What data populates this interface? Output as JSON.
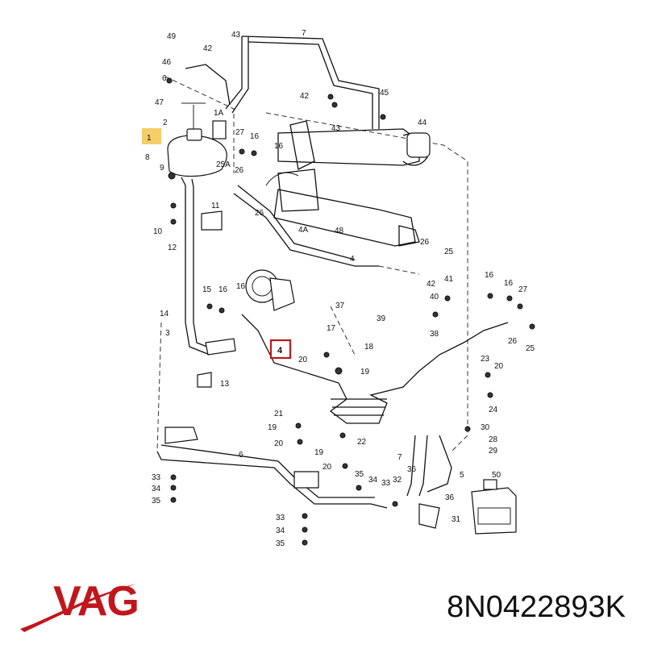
{
  "brand": {
    "name": "VAG",
    "color": "#c0171c"
  },
  "part_number": "8N0422893K",
  "highlight": {
    "label": "4",
    "box_color": "#c0171c",
    "marker_label": "1",
    "marker_color": "#f2c34e"
  },
  "callouts": {
    "c49": "49",
    "c43a": "43",
    "c7a": "7",
    "c42a": "42",
    "c46": "46",
    "c6a": "6",
    "c42b": "42",
    "c43b": "43",
    "c45": "45",
    "c44": "44",
    "c47": "47",
    "c2": "2",
    "c1A": "1A",
    "c27a": "27",
    "c16a": "16",
    "c8": "8",
    "c9": "9",
    "c25A": "25A",
    "c26a": "26",
    "c16b": "16",
    "c11": "11",
    "c10": "10",
    "c12": "12",
    "c26b": "26",
    "c4A": "4A",
    "c48": "48",
    "c26c": "26",
    "c25a": "25",
    "c4b": "4",
    "c15": "15",
    "c16c": "16",
    "c16d": "16",
    "c14": "14",
    "c3": "3",
    "c13": "13",
    "c42c": "42",
    "c41": "41",
    "c40": "40",
    "c37": "37",
    "c39": "39",
    "c38": "38",
    "c16e": "16",
    "c16f": "16",
    "c27b": "27",
    "c26d": "26",
    "c25b": "25",
    "c17": "17",
    "c18": "18",
    "c20a": "20",
    "c19a": "19",
    "c23": "23",
    "c20b": "20",
    "c24": "24",
    "c21": "21",
    "c19b": "19",
    "c20c": "20",
    "c22": "22",
    "c19c": "19",
    "c20d": "20",
    "c30": "30",
    "c28": "28",
    "c29": "29",
    "c7b": "7",
    "c5": "5",
    "c6b": "6",
    "c33a": "33",
    "c34a": "34",
    "c35a": "35",
    "c35b": "35",
    "c34b": "34",
    "c33b": "33",
    "c32": "32",
    "c36a": "36",
    "c36b": "36",
    "c31": "31",
    "c50": "50",
    "c33c": "33",
    "c34c": "34",
    "c35c": "35"
  }
}
